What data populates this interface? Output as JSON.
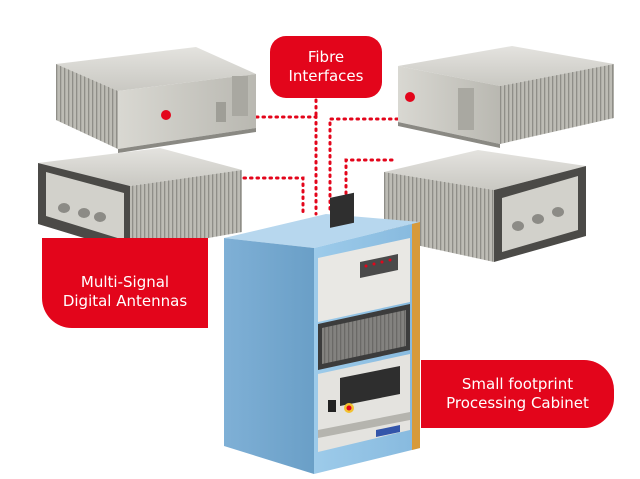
{
  "labels": {
    "fibre": {
      "line1": "Fibre",
      "line2": "Interfaces"
    },
    "antennas": {
      "line1": "Multi-Signal",
      "line2": "Digital Antennas"
    },
    "cabinet": {
      "line1": "Small footprint",
      "line2": "Processing Cabinet"
    }
  },
  "colors": {
    "accent_red": "#e3051b",
    "cabinet_blue": "#8fc0e3",
    "antenna_grey": "#c6c5bf",
    "fibre_dots": "#e3051b"
  }
}
